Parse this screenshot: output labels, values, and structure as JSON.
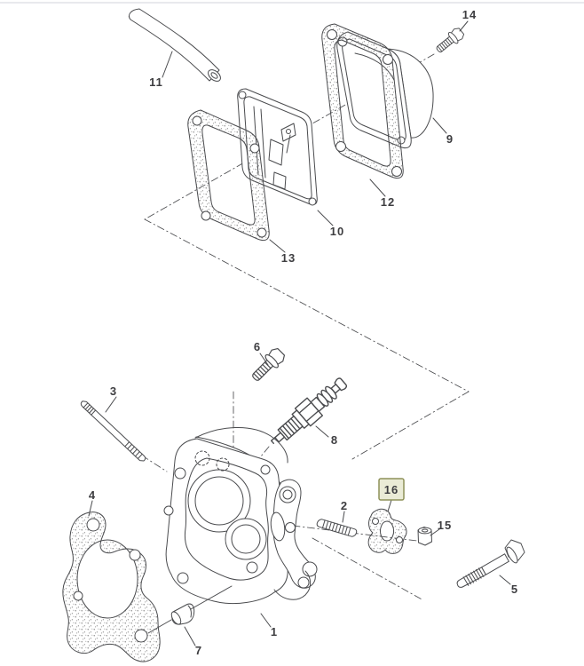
{
  "colors": {
    "bg": "#ffffff",
    "line": "#4a4b4e",
    "label": "#3d3d40",
    "highlight-fill": "#eaebd6",
    "highlight-border": "#8e9158",
    "page-border": "#e8e9ed"
  },
  "diagram": {
    "callouts": {
      "n1": "1",
      "n2": "2",
      "n3": "3",
      "n4": "4",
      "n5": "5",
      "n6": "6",
      "n7": "7",
      "n8": "8",
      "n9": "9",
      "n10": "10",
      "n11": "11",
      "n12": "12",
      "n13": "13",
      "n14": "14",
      "n15": "15",
      "n16": "16"
    },
    "selected_callout": "16"
  }
}
